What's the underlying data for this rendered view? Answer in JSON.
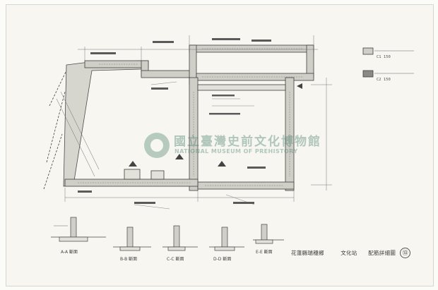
{
  "watermark": {
    "name_zh": "國立臺灣史前文化博物館",
    "name_en": "NATIONAL MUSEUM OF PREHISTORY"
  },
  "title_block": {
    "title": "花蓮縣瑞穗鄉　　　文化站　　配筋詳細圖",
    "sheet_number": "⑬"
  },
  "section_labels": [
    "A-A 斷面",
    "B-B 斷面",
    "C-C 斷面",
    "D-D 斷面",
    "E-E 斷面"
  ],
  "legend": {
    "item_1": "C1 150",
    "item_2": "C2 150"
  },
  "colors": {
    "ink": "#3f3f3f",
    "wall_fill": "#cfcfc8",
    "watermark": "#4f8570"
  }
}
